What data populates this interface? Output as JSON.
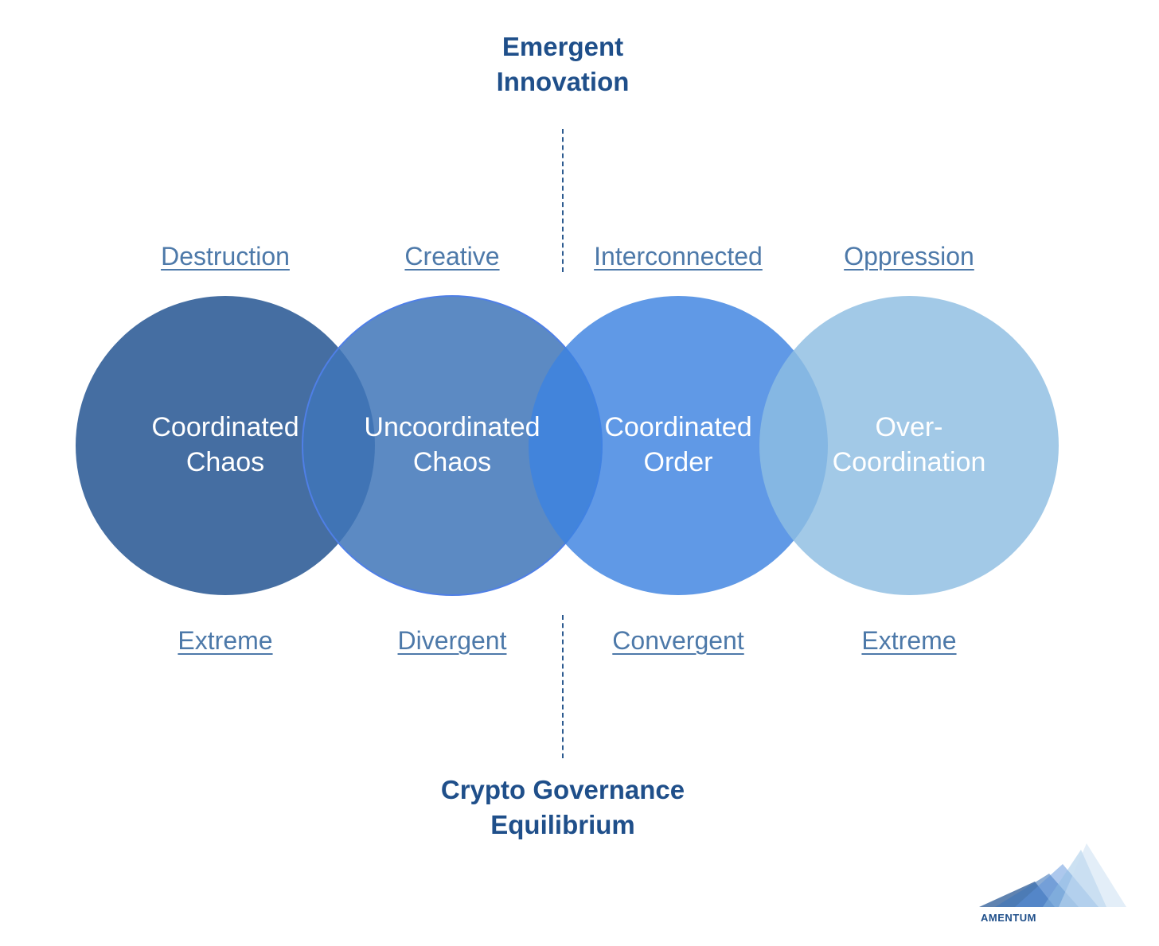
{
  "top_title": {
    "line1": "Emergent",
    "line2": "Innovation"
  },
  "bottom_title": {
    "line1": "Crypto Governance",
    "line2": "Equilibrium"
  },
  "top_labels": [
    "Destruction",
    "Creative",
    "Interconnected",
    "Oppression"
  ],
  "bottom_labels": [
    "Extreme",
    "Divergent",
    "Convergent",
    "Extreme"
  ],
  "circles": [
    {
      "line1": "Coordinated",
      "line2": "Chaos",
      "color": "#2b5a95"
    },
    {
      "line1": "Uncoordinated",
      "line2": "Chaos",
      "color": "#3f76b9"
    },
    {
      "line1": "Coordinated",
      "line2": "Order",
      "color": "#3d83e0"
    },
    {
      "line1": "Over-",
      "line2": "Coordination",
      "color": "#8dbde2"
    }
  ],
  "logo": {
    "text": "AMENTUM"
  }
}
